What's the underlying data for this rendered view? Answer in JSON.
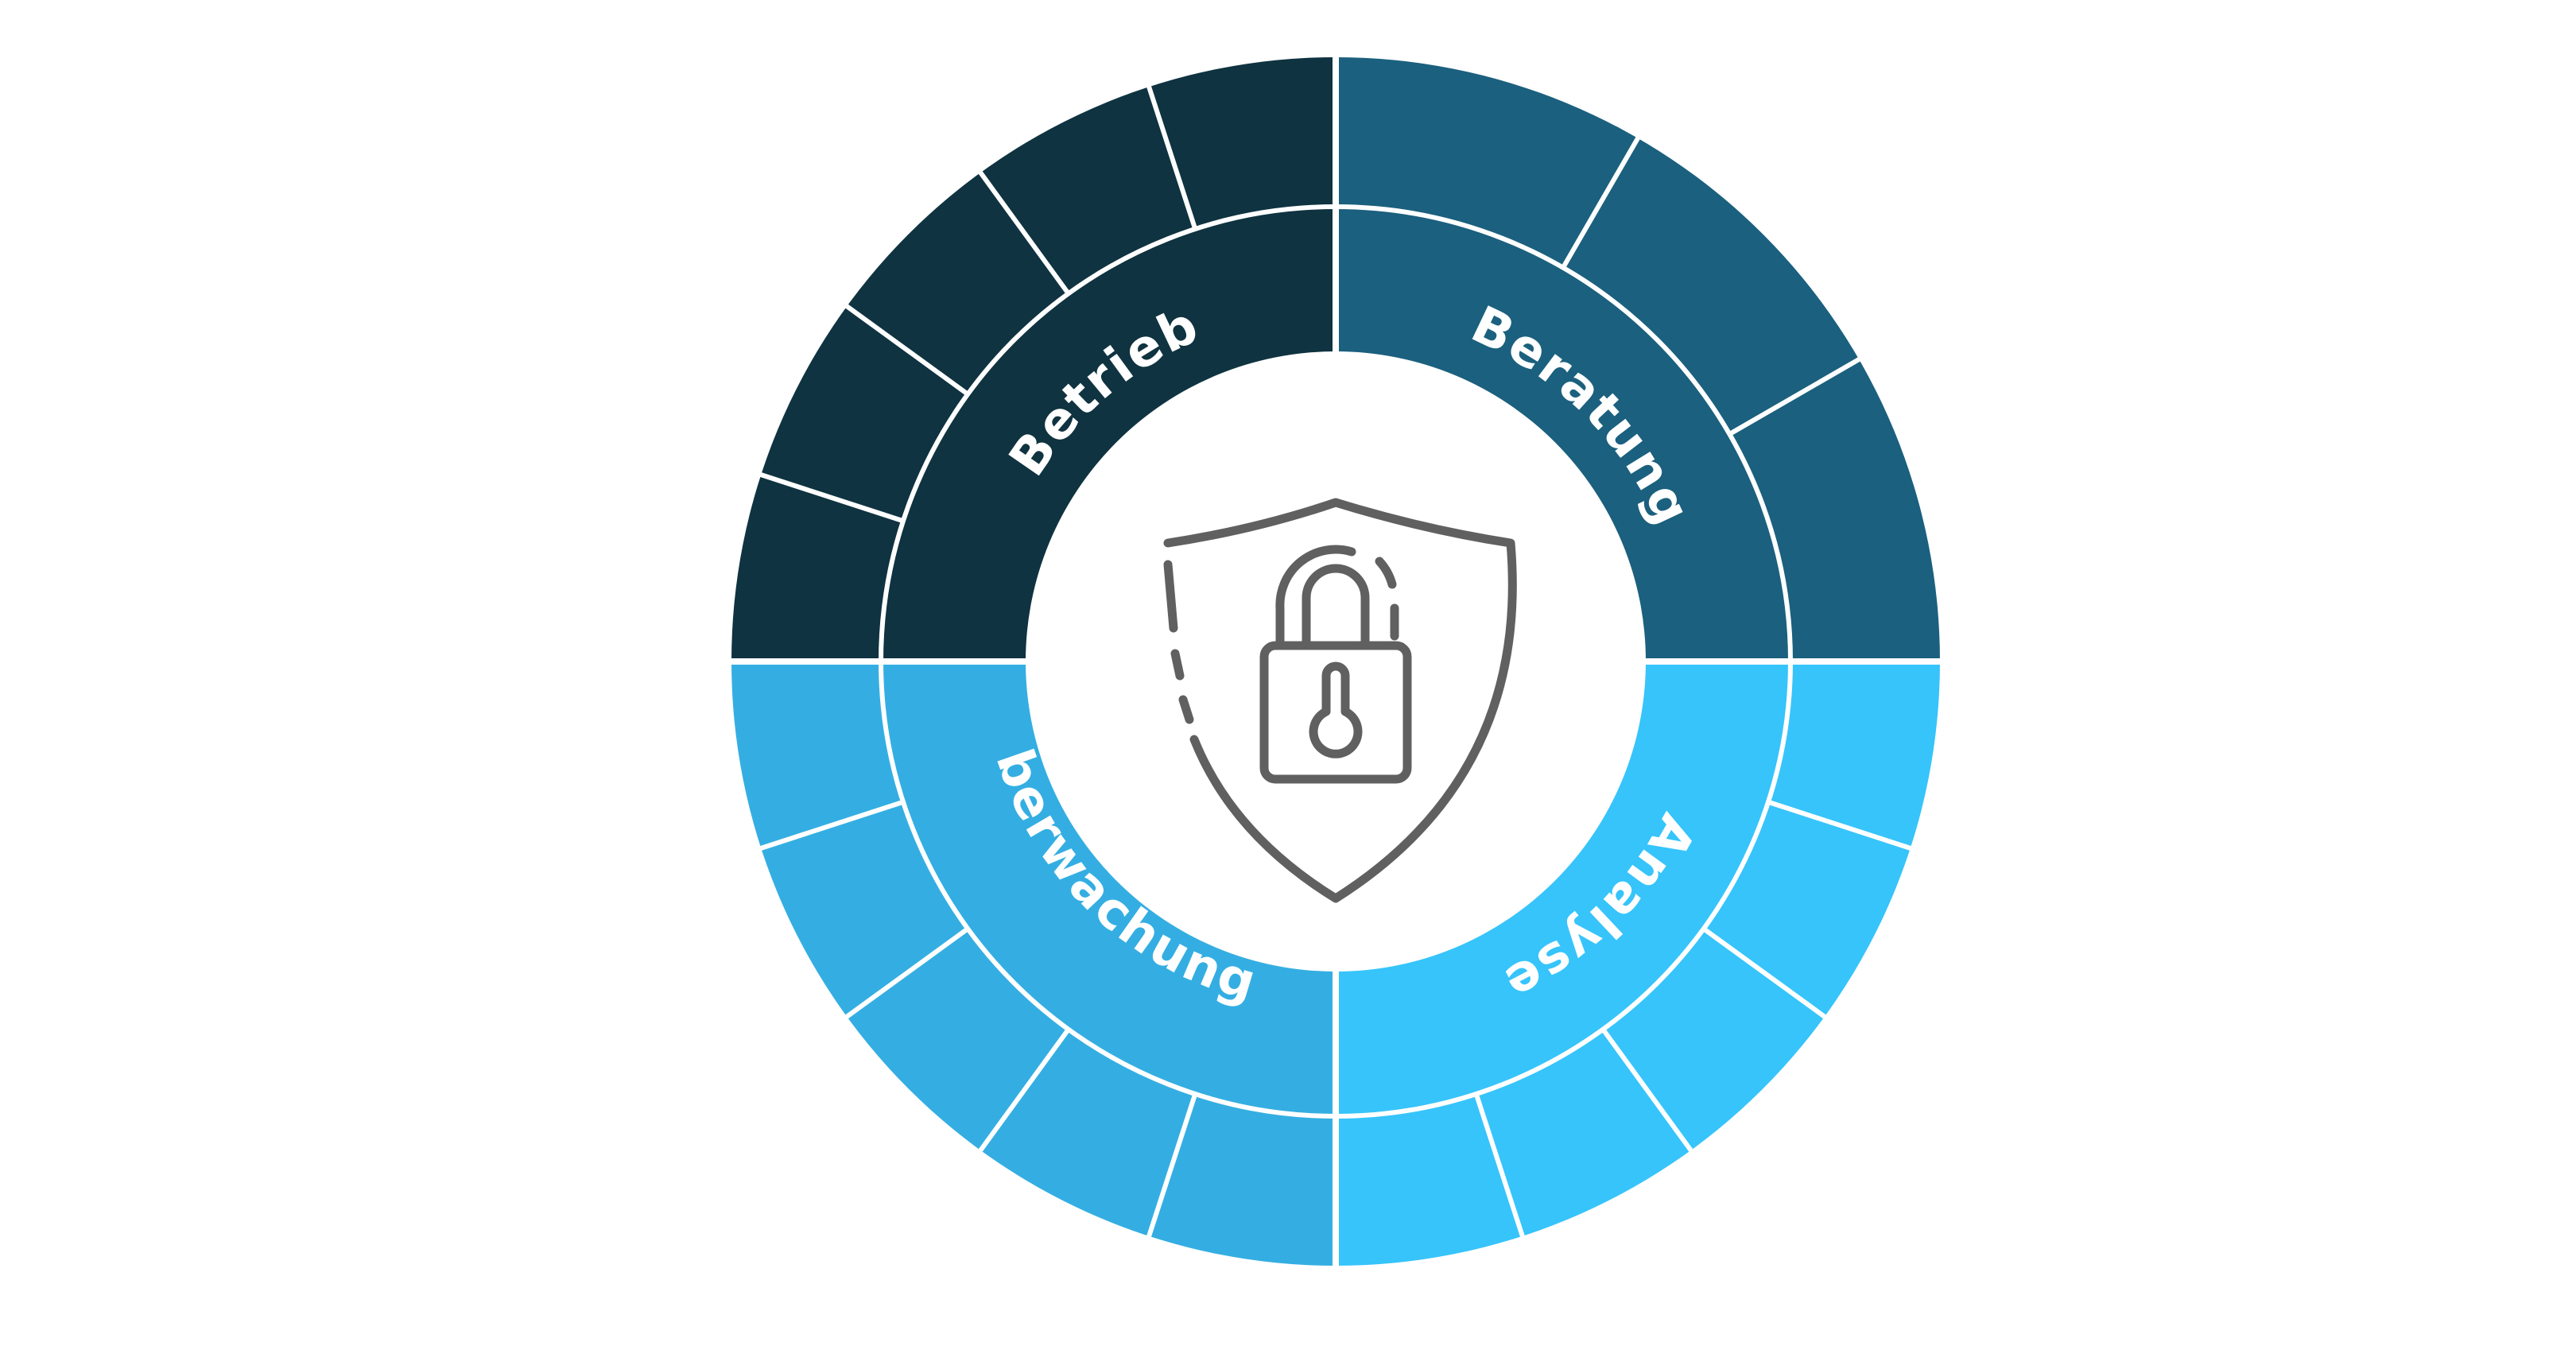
{
  "diagram": {
    "quadrants": [
      {
        "id": "betrieb",
        "label": "Betrieb",
        "color": "#0f3340",
        "outer_divisions": 5
      },
      {
        "id": "beratung",
        "label": "Beratung",
        "color": "#1b607e",
        "outer_divisions": 3
      },
      {
        "id": "analyse",
        "label": "Analyse",
        "color": "#36c4fb",
        "outer_divisions": 5
      },
      {
        "id": "ueberwachung",
        "label": "Überwachung",
        "color": "#34aee2",
        "outer_divisions": 5
      }
    ],
    "center_icon": "shield-lock-icon",
    "divider_color": "#ffffff",
    "icon_color": "#606060"
  }
}
